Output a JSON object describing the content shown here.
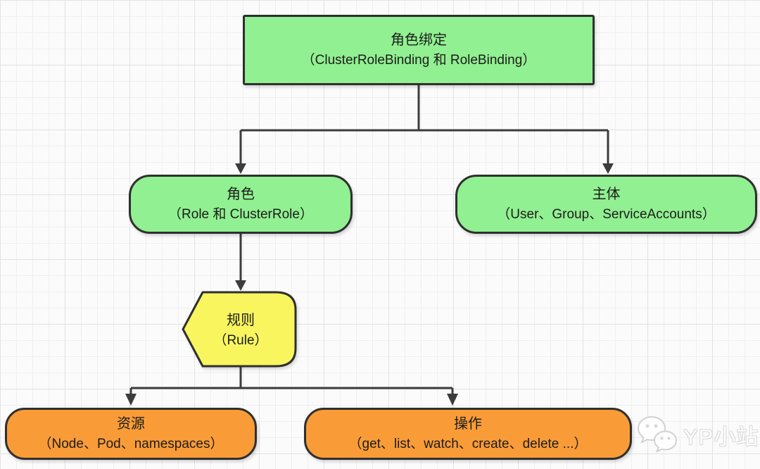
{
  "nodes": {
    "role_binding": {
      "title": "角色绑定",
      "subtitle": "（ClusterRoleBinding 和 RoleBinding）"
    },
    "role": {
      "title": "角色",
      "subtitle": "（Role 和 ClusterRole）"
    },
    "subject": {
      "title": "主体",
      "subtitle": "（User、Group、ServiceAccounts）"
    },
    "rule": {
      "title": "规则",
      "subtitle": "（Rule）"
    },
    "resource": {
      "title": "资源",
      "subtitle": "（Node、Pod、namespaces）"
    },
    "operation": {
      "title": "操作",
      "subtitle": "（get、list、watch、create、delete ...）"
    }
  },
  "edges": [
    {
      "from": "role_binding",
      "to": "role"
    },
    {
      "from": "role_binding",
      "to": "subject"
    },
    {
      "from": "role",
      "to": "rule"
    },
    {
      "from": "rule",
      "to": "resource"
    },
    {
      "from": "rule",
      "to": "operation"
    }
  ],
  "watermark": {
    "label": "YP小站",
    "icon": "wechat-icon"
  },
  "colors": {
    "node_green": "#91F091",
    "node_yellow": "#F8F55F",
    "node_orange": "#F99C38",
    "node_border": "#2f2f2f",
    "connector": "#3c3c3c",
    "background": "#fbfbfb",
    "grid_line": "#efefef",
    "text": "#1c1c1c",
    "watermark_text": "#ffffff"
  }
}
